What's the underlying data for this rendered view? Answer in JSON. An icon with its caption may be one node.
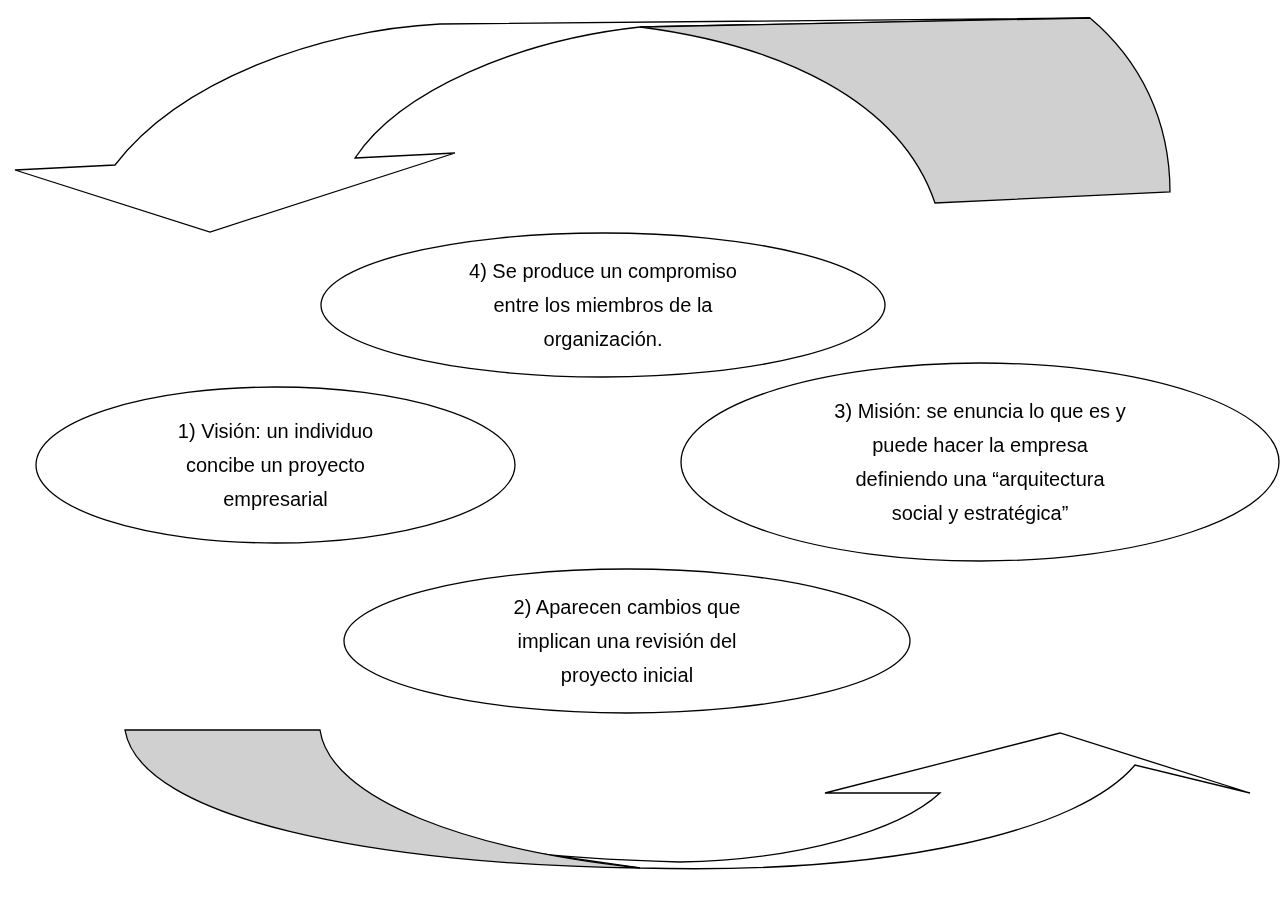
{
  "diagram": {
    "nodes": [
      {
        "text": [
          "4) Se produce un compromiso entre los miembros de la organización."
        ]
      },
      {
        "text": [
          "1) Visión: un individuo concibe un proyecto empresarial"
        ]
      },
      {
        "text": [
          "3) Misión: se enuncia lo que es y puede hacer la empresa definiendo una “arquitectura social y estratégica”"
        ]
      },
      {
        "text": [
          "2) Aparecen cambios que implican una revisión del proyecto inicial"
        ]
      }
    ],
    "edges": [
      {
        "from": 2,
        "to": 1,
        "arrow": "to"
      },
      {
        "from": 1,
        "to": 2,
        "arrow": "to"
      }
    ]
  }
}
